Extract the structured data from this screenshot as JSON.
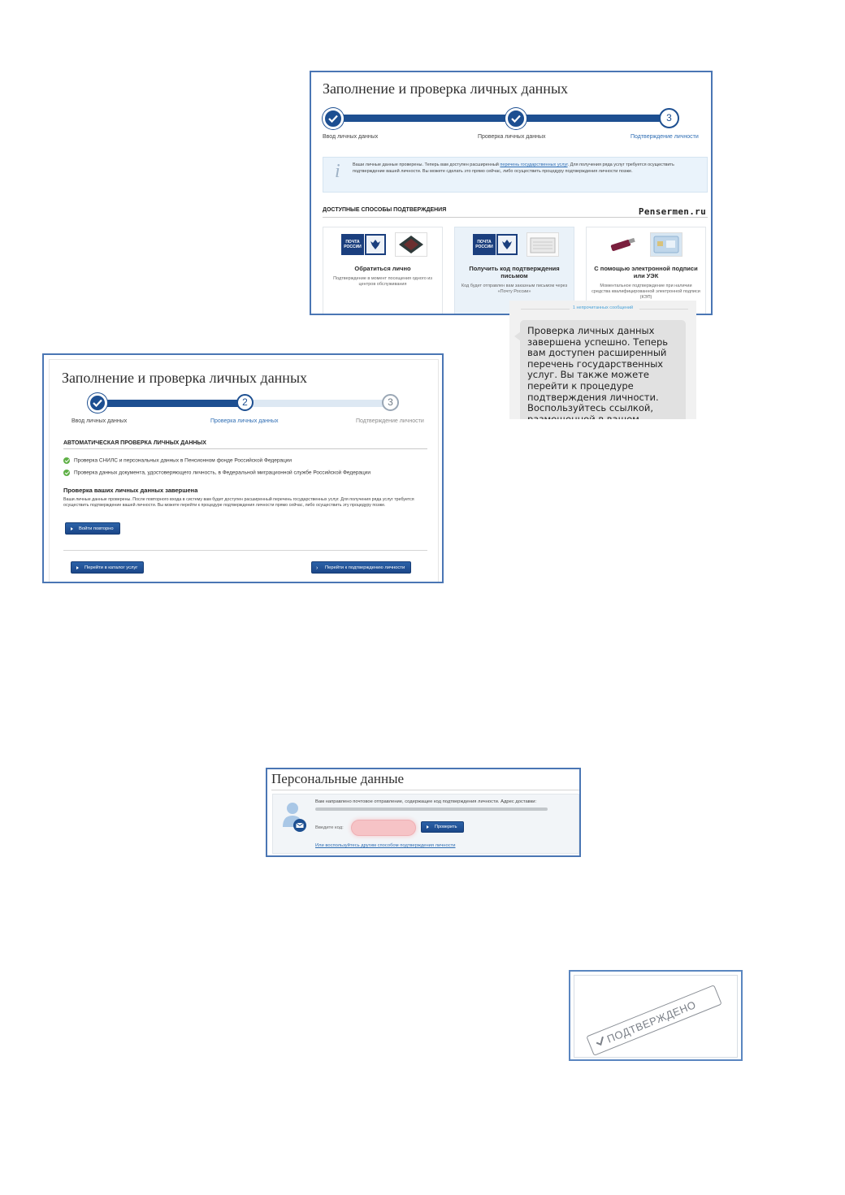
{
  "shot1": {
    "title": "Заполнение и проверка личных данных",
    "steps": [
      "Ввод личных данных",
      "Проверка личных данных",
      "Подтверждение личности"
    ],
    "current_step_number": "3",
    "info_text_pre": "Ваши личные данные проверены. Теперь вам доступен расширенный",
    "info_link": "перечень государственных услуг",
    "info_text_post": "Для получения ряда услуг требуется осуществить подтверждение вашей личности. Вы можете сделать это прямо сейчас, либо осуществить процедуру подтверждения личности позже.",
    "methods_heading": "ДОСТУПНЫЕ СПОСОБЫ ПОДТВЕРЖДЕНИЯ",
    "watermark": "Pensermen.ru",
    "pochta_label": "ПОЧТА РОССИИ",
    "cards": [
      {
        "title": "Обратиться лично",
        "desc": "Подтверждение в момент посещения одного из центров обслуживания"
      },
      {
        "title": "Получить код подтверждения письмом",
        "desc": "Код будет отправлен вам заказным письмом через «Почту России»"
      },
      {
        "title": "С помощью электронной подписи или УЭК",
        "desc": "Моментальное подтверждение при наличии средства квалифицированной электронной подписи (КЭП)"
      }
    ]
  },
  "notification": {
    "unread": "1 непрочитанных сообщений",
    "message": "Проверка личных данных завершена успешно. Теперь вам доступен расширенный перечень государственных услуг. Вы также можете перейти к процедуре подтверждения личности. Воспользуйтесь ссылкой, размещенной в вашем профиле."
  },
  "shot2": {
    "title": "Заполнение и проверка личных данных",
    "steps": [
      "Ввод личных данных",
      "Проверка личных данных",
      "Подтверждение личности"
    ],
    "step_numbers": [
      "2",
      "3"
    ],
    "section_heading": "АВТОМАТИЧЕСКАЯ ПРОВЕРКА ЛИЧНЫХ ДАННЫХ",
    "checks": [
      "Проверка СНИЛС и персональных данных в Пенсионном фонде Российской Федерации",
      "Проверка данных документа, удостоверяющего личность, в Федеральной миграционной службе Российской Федерации"
    ],
    "done_title": "Проверка ваших личных данных завершена",
    "done_text": "Ваши личные данные проверены. После повторного входа в систему вам будет доступен расширенный перечень государственных услуг. Для получения ряда услуг требуется осуществить подтверждение вашей личности. Вы можете перейти к процедуре подтверждения личности прямо сейчас, либо осуществить эту процедуру позже.",
    "relogin_button": "Войти повторно",
    "catalog_button": "Перейти в каталог услуг",
    "confirm_button": "Перейти к подтверждению личности"
  },
  "shot3": {
    "title": "Персональные данные",
    "sent_text": "Вам направлено почтовое отправление, содержащее код подтверждения личности. Адрес доставки:",
    "code_label": "Введите код:",
    "check_button": "Проверить",
    "other_link": "Или воспользуйтесь другим способом подтверждения личности"
  },
  "shot4": {
    "stamp": "ПОДТВЕРЖДЕНО"
  },
  "colors": {
    "brand_blue": "#1d4f91",
    "link_blue": "#2e6db3",
    "success_green": "#5fb046",
    "frame_blue": "#4a76b4"
  }
}
